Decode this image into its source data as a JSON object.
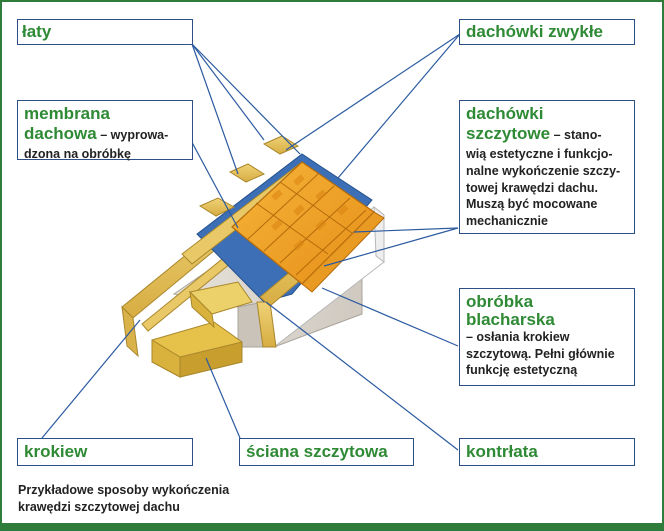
{
  "labels": {
    "laty": {
      "title": "łaty"
    },
    "dachowki_zwykle": {
      "title": "dachówki zwykłe"
    },
    "membrana": {
      "title": "membrana",
      "title2": "dachowa",
      "desc1": " – wyprowa-",
      "desc2": "dzona na obróbkę"
    },
    "dachowki_szczytowe": {
      "title": "dachówki",
      "title2": "szczytowe",
      "desc1": " – stano-",
      "desc_lines": [
        "wią estetyczne i funkcjo-",
        "nalne wykończenie szczy-",
        "towej krawędzi dachu.",
        "Muszą być mocowane",
        "mechanicznie"
      ]
    },
    "obrobka": {
      "title": "obróbka",
      "title2": "blacharska",
      "desc_lines": [
        "– osłania krokiew",
        "szczytową. Pełni głównie",
        "funkcję estetyczną"
      ]
    },
    "krokiew": {
      "title": "krokiew"
    },
    "sciana": {
      "title": "ściana szczytowa"
    },
    "kontrlata": {
      "title": "kontrłata"
    }
  },
  "caption": {
    "line1": "Przykładowe sposoby wykończenia",
    "line2": "krawędzi szczytowej dachu"
  },
  "colors": {
    "frame": "#2f7d3a",
    "label_title": "#2f8a35",
    "label_border": "#2b4f86",
    "leader": "#2b5aa0",
    "tile": "#f0a022",
    "membrane": "#3c6fb5",
    "timber": "#e6c35a",
    "wall": "#d9d4cc",
    "flashing": "#ffffff"
  }
}
